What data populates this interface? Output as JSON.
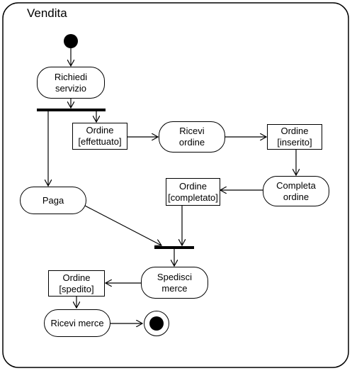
{
  "frame": {
    "title": "Vendita"
  },
  "nodes": {
    "richiedi_servizio": "Richiedi\nservizio",
    "ordine_effettuato": "Ordine\n[effettuato]",
    "ricevi_ordine": "Ricevi\nordine",
    "ordine_inserito": "Ordine\n[inserito]",
    "completa_ordine": "Completa\nordine",
    "ordine_completato": "Ordine\n[completato]",
    "paga": "Paga",
    "spedisci_merce": "Spedisci\nmerce",
    "ordine_spedito": "Ordine\n[spedito]",
    "ricevi_merce": "Ricevi merce"
  }
}
